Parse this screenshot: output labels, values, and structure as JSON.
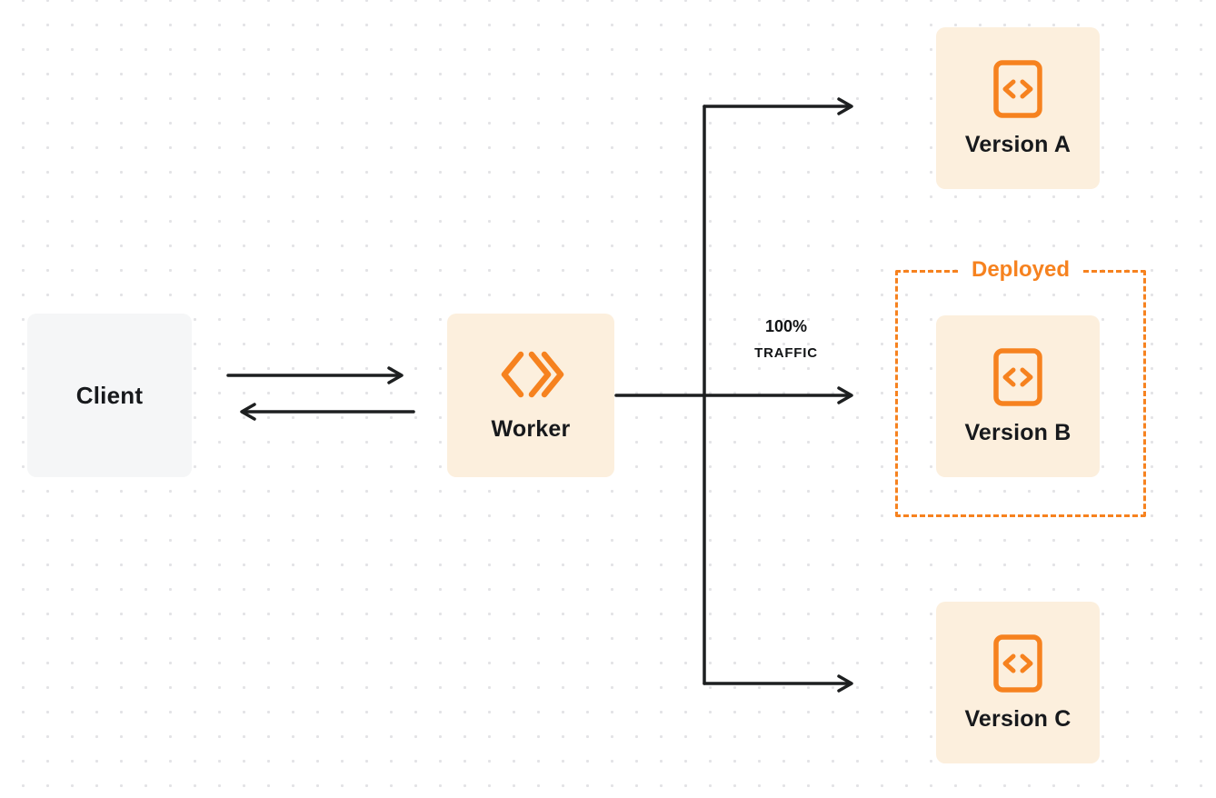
{
  "diagram": {
    "client": {
      "label": "Client"
    },
    "worker": {
      "label": "Worker"
    },
    "traffic_label": {
      "line1": "100%",
      "line2": "TRAFFIC"
    },
    "deployed": {
      "label": "Deployed"
    },
    "versions": [
      {
        "label": "Version A"
      },
      {
        "label": "Version B"
      },
      {
        "label": "Version C"
      }
    ],
    "icons": {
      "worker_icon": "workers-logo-icon",
      "version_icon": "code-brackets-icon"
    },
    "colors": {
      "accent_orange": "#f6821f",
      "node_cream": "#fcefdd",
      "node_gray": "#f5f6f7",
      "arrow_dark": "#1d1f20",
      "background": "#ffffff"
    }
  }
}
